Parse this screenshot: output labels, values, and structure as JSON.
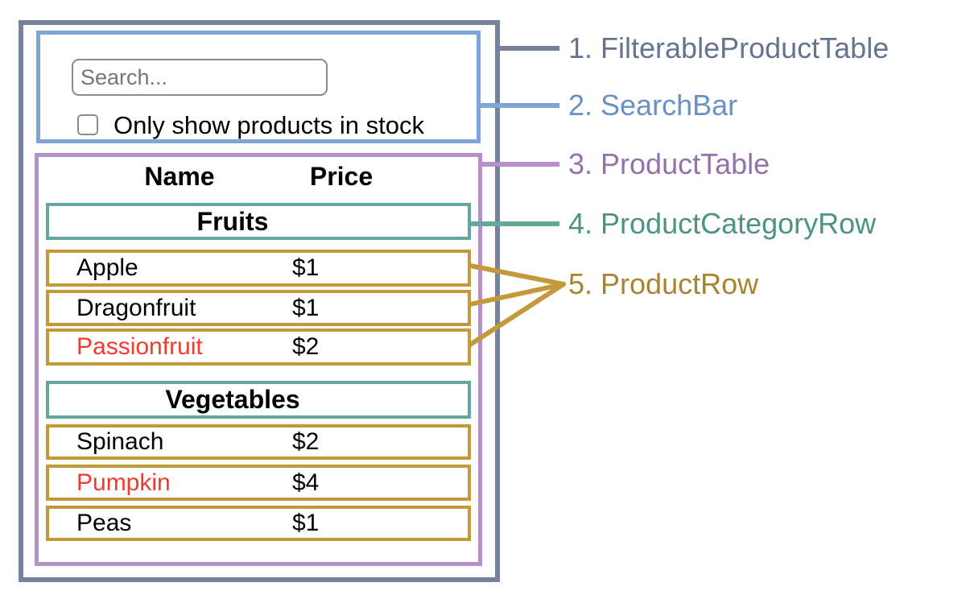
{
  "search_bar": {
    "placeholder": "Search...",
    "checkbox_label": "Only show products in stock",
    "checkbox_checked": false
  },
  "table": {
    "headers": {
      "name": "Name",
      "price": "Price"
    },
    "sections": [
      {
        "category": "Fruits",
        "rows": [
          {
            "name": "Apple",
            "price": "$1",
            "out_of_stock": false
          },
          {
            "name": "Dragonfruit",
            "price": "$1",
            "out_of_stock": false
          },
          {
            "name": "Passionfruit",
            "price": "$2",
            "out_of_stock": true
          }
        ]
      },
      {
        "category": "Vegetables",
        "rows": [
          {
            "name": "Spinach",
            "price": "$2",
            "out_of_stock": false
          },
          {
            "name": "Pumpkin",
            "price": "$4",
            "out_of_stock": true
          },
          {
            "name": "Peas",
            "price": "$1",
            "out_of_stock": false
          }
        ]
      }
    ]
  },
  "legend": [
    {
      "text": "1. FilterableProductTable",
      "component": "FilterableProductTable",
      "color": "#65748f"
    },
    {
      "text": "2. SearchBar",
      "component": "SearchBar",
      "color": "#6792c3"
    },
    {
      "text": "3. ProductTable",
      "component": "ProductTable",
      "color": "#9471ab"
    },
    {
      "text": "4. ProductCategoryRow",
      "component": "ProductCategoryRow",
      "color": "#4d9286"
    },
    {
      "text": "5. ProductRow",
      "component": "ProductRow",
      "color": "#a8842f"
    }
  ],
  "colors": {
    "filterable_product_table_border": "#76819b",
    "search_bar_border": "#7fa4d6",
    "product_table_border": "#b78fcb",
    "product_category_row_border": "#63a89c",
    "product_row_border": "#c3993a",
    "out_of_stock_text": "#f23b2d"
  }
}
